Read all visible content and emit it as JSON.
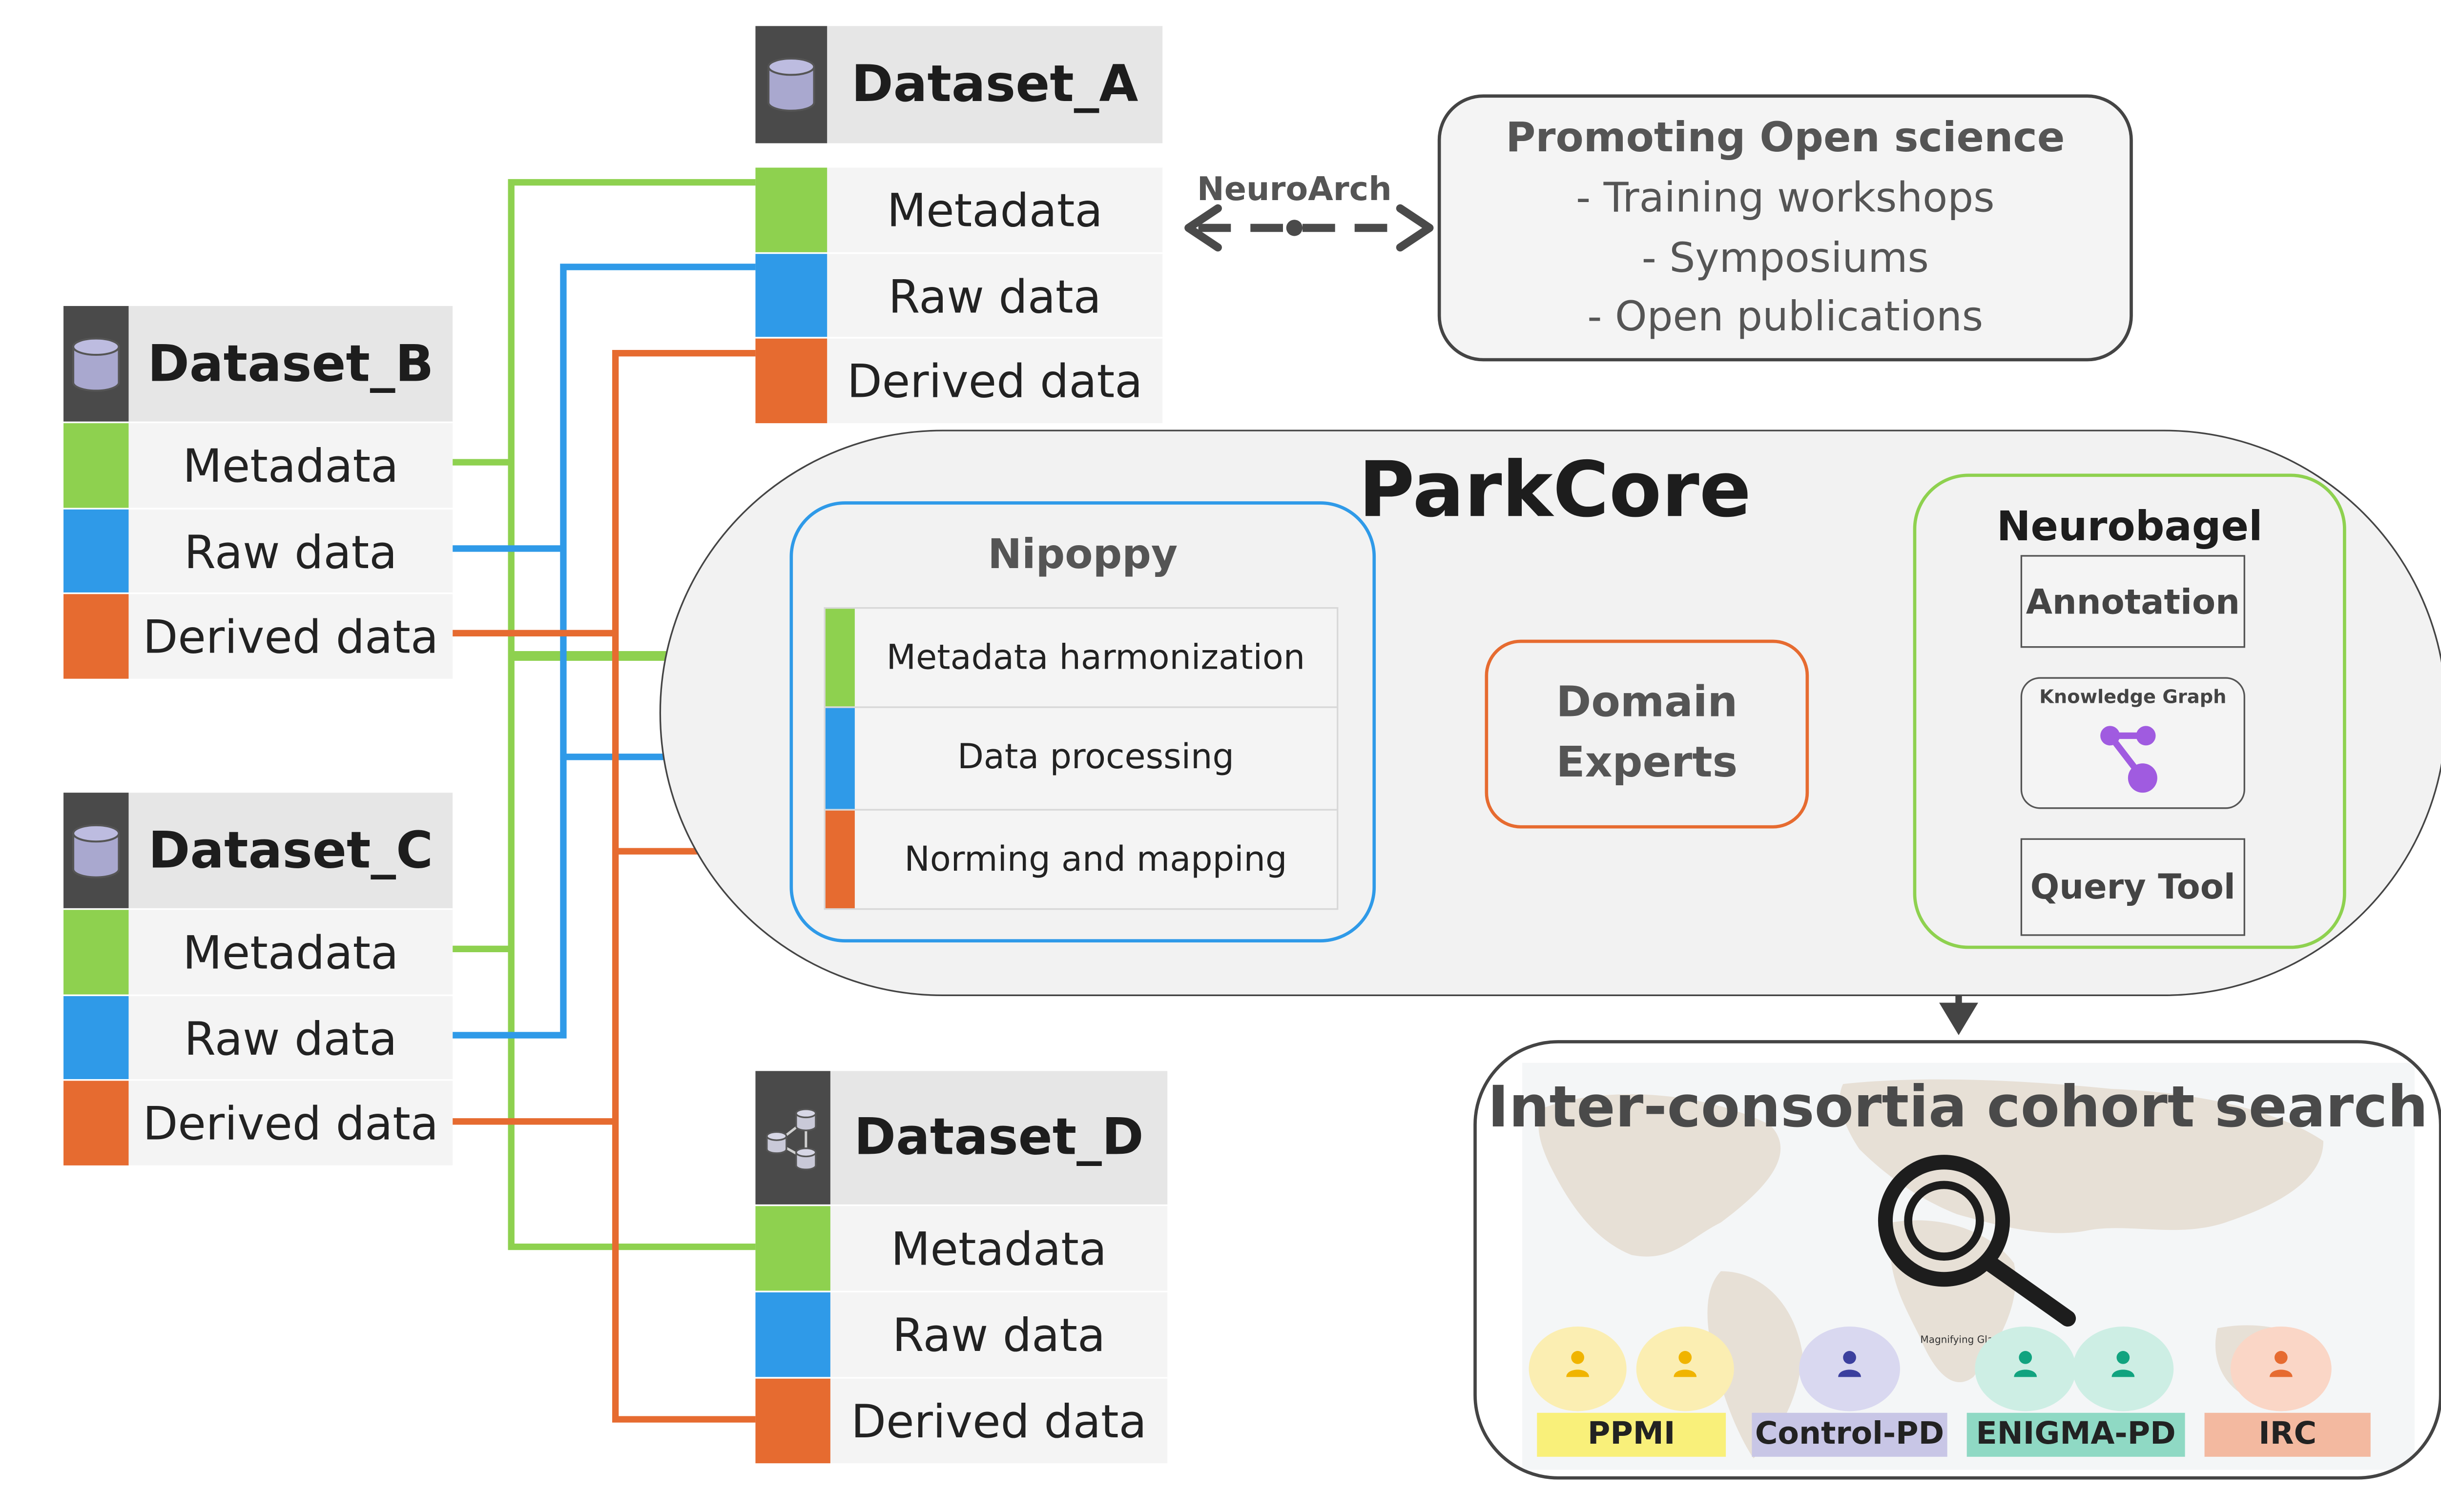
{
  "datasets": {
    "a": {
      "name": "Dataset_A",
      "rows": [
        "Metadata",
        "Raw data",
        "Derived data"
      ],
      "icon": "database-icon"
    },
    "b": {
      "name": "Dataset_B",
      "rows": [
        "Metadata",
        "Raw data",
        "Derived data"
      ],
      "icon": "database-icon"
    },
    "c": {
      "name": "Dataset_C",
      "rows": [
        "Metadata",
        "Raw data",
        "Derived data"
      ],
      "icon": "database-icon"
    },
    "d": {
      "name": "Dataset_D",
      "rows": [
        "Metadata",
        "Raw data",
        "Derived data"
      ],
      "icon": "distributed-database-icon"
    }
  },
  "neuroarch": {
    "label": "NeuroArch"
  },
  "open_science": {
    "title": "Promoting Open science",
    "items": [
      "- Training workshops",
      "- Symposiums",
      "- Open publications"
    ]
  },
  "parkcore": {
    "title": "ParkCore"
  },
  "nipoppy": {
    "title": "Nipoppy",
    "steps": [
      "Metadata harmonization",
      "Data processing",
      "Norming and mapping"
    ]
  },
  "domain_experts": {
    "line1": "Domain",
    "line2": "Experts"
  },
  "neurobagel": {
    "title": "Neurobagel",
    "annotation": "Annotation",
    "knowledge_graph": "Knowledge Graph",
    "query_tool": "Query Tool"
  },
  "cohort_search": {
    "title": "Inter-consortia cohort search",
    "magnifier_label": "Magnifying Glass",
    "consortia": [
      "PPMI",
      "Control-PD",
      "ENIGMA-PD",
      "IRC"
    ]
  },
  "colors": {
    "metadata": "#8ed14f",
    "raw_data": "#2f9ae8",
    "derived_data": "#e66b30",
    "nipoppy_border": "#2f9ae8",
    "domain_experts_border": "#e66b30",
    "neurobagel_border": "#8ed14f",
    "knowledge_graph_accent": "#a05be0",
    "ppmi": "#f9f07a",
    "control_pd": "#c8c6e6",
    "enigma_pd": "#8fd9c4",
    "irc": "#f3b9a0"
  }
}
